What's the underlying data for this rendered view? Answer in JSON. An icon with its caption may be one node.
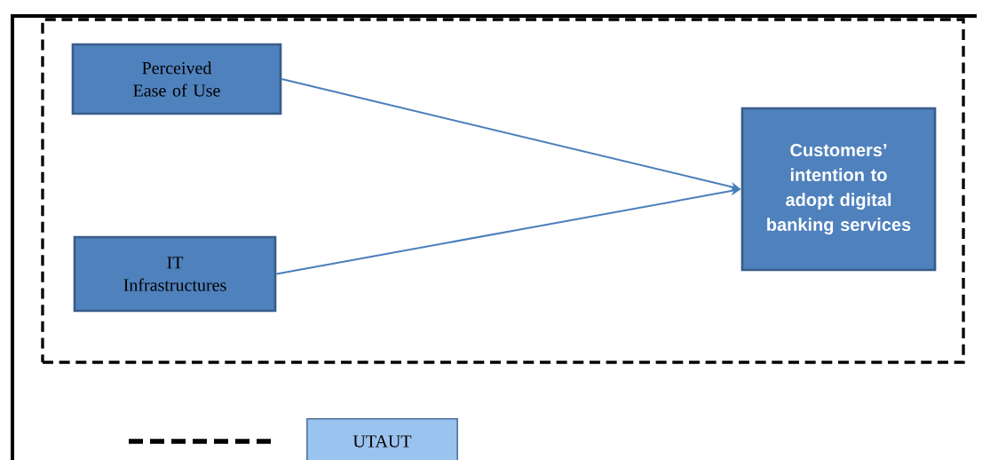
{
  "diagram": {
    "nodes": [
      {
        "text": [],
        "shape": "box"
      },
      {
        "text": [
          "Perceived Ease of Use"
        ],
        "in": 0
      },
      {
        "text": [
          "IT Infrastructures"
        ],
        "in": 0
      },
      {
        "text": [
          "Customers’ intention to adopt digital banking services"
        ],
        "in": 0
      }
    ],
    "edges": [
      {
        "from": 1,
        "to": 3,
        "arrow": "to"
      },
      {
        "from": 2,
        "to": 3,
        "arrow": "to"
      }
    ],
    "legend": [
      {
        "text": "UTAUT"
      }
    ]
  }
}
